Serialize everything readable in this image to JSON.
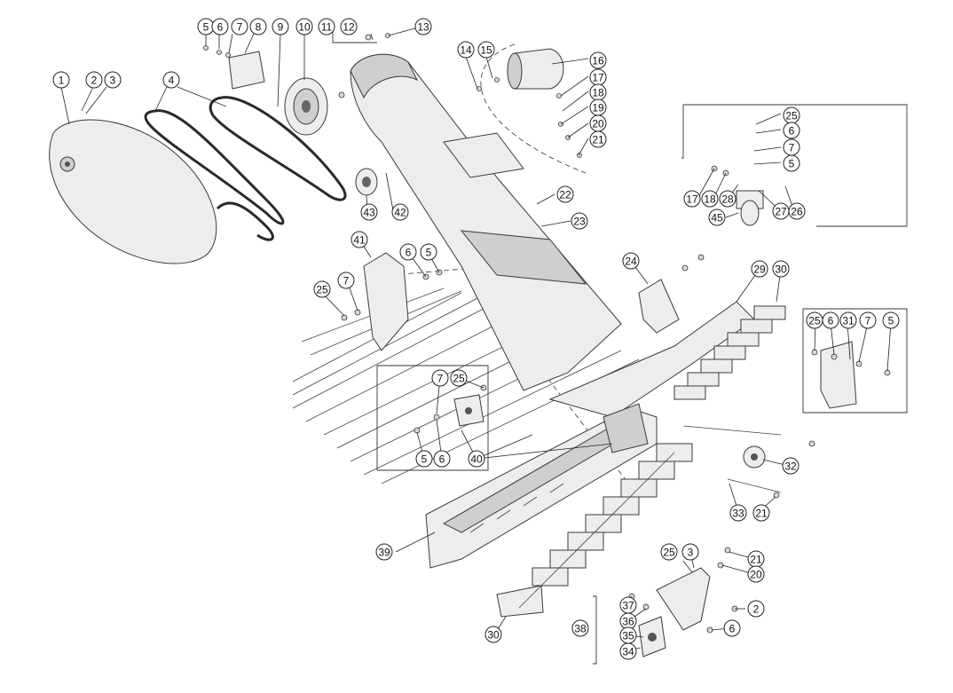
{
  "callouts": [
    {
      "label": "1"
    },
    {
      "label": "2"
    },
    {
      "label": "3"
    },
    {
      "label": "4"
    },
    {
      "label": "5"
    },
    {
      "label": "6"
    },
    {
      "label": "7"
    },
    {
      "label": "8"
    },
    {
      "label": "9"
    },
    {
      "label": "10"
    },
    {
      "label": "11"
    },
    {
      "label": "12"
    },
    {
      "label": "13"
    },
    {
      "label": "14"
    },
    {
      "label": "15"
    },
    {
      "label": "16"
    },
    {
      "label": "17"
    },
    {
      "label": "18"
    },
    {
      "label": "19"
    },
    {
      "label": "20"
    },
    {
      "label": "21"
    },
    {
      "label": "25"
    },
    {
      "label": "6"
    },
    {
      "label": "7"
    },
    {
      "label": "5"
    },
    {
      "label": "17"
    },
    {
      "label": "18"
    },
    {
      "label": "28"
    },
    {
      "label": "27"
    },
    {
      "label": "26"
    },
    {
      "label": "45"
    },
    {
      "label": "22"
    },
    {
      "label": "23"
    },
    {
      "label": "43"
    },
    {
      "label": "42"
    },
    {
      "label": "41"
    },
    {
      "label": "6"
    },
    {
      "label": "5"
    },
    {
      "label": "7"
    },
    {
      "label": "25"
    },
    {
      "label": "24"
    },
    {
      "label": "29"
    },
    {
      "label": "30"
    },
    {
      "label": "25"
    },
    {
      "label": "6"
    },
    {
      "label": "31"
    },
    {
      "label": "7"
    },
    {
      "label": "5"
    },
    {
      "label": "7"
    },
    {
      "label": "25"
    },
    {
      "label": "5"
    },
    {
      "label": "6"
    },
    {
      "label": "40"
    },
    {
      "label": "32"
    },
    {
      "label": "33"
    },
    {
      "label": "21"
    },
    {
      "label": "39"
    },
    {
      "label": "21"
    },
    {
      "label": "20"
    },
    {
      "label": "25"
    },
    {
      "label": "3"
    },
    {
      "label": "2"
    },
    {
      "label": "6"
    },
    {
      "label": "37"
    },
    {
      "label": "36"
    },
    {
      "label": "38"
    },
    {
      "label": "35"
    },
    {
      "label": "34"
    },
    {
      "label": "30"
    }
  ]
}
